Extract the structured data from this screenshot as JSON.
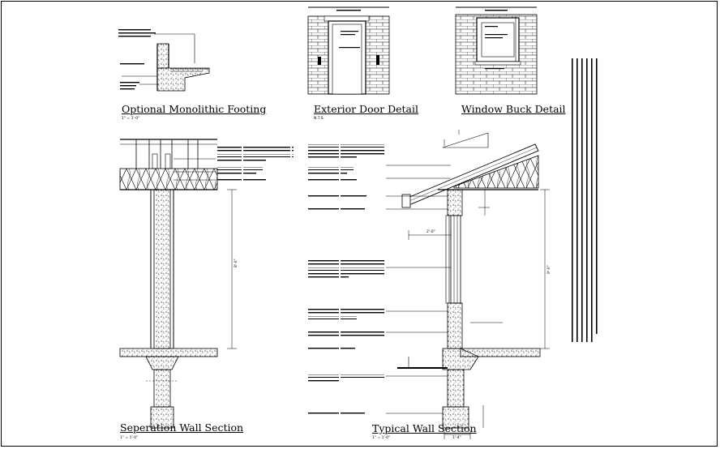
{
  "drawing": {
    "details": [
      {
        "id": "footing",
        "title": "Optional Monolithic Footing",
        "scale": "1\" = 1'-0\""
      },
      {
        "id": "door",
        "title": "Exterior Door Detail",
        "scale": "N.T.S."
      },
      {
        "id": "window",
        "title": "Window Buck Detail",
        "scale": ""
      },
      {
        "id": "sep-wall",
        "title": "Seperation Wall Section",
        "scale": "1\" = 1'-0\""
      },
      {
        "id": "typ-wall",
        "title": "Typical Wall Section",
        "scale": "1\" = 1'-0\""
      }
    ],
    "dimensions": {
      "sep_wall_height": "8'-0\"",
      "typ_wall_height": "9'-0\"",
      "typ_overhang": "2'-0\"",
      "typ_footing_width": "1'-4\""
    },
    "colors": {
      "ink": "#000000",
      "paper": "#ffffff",
      "hatch": "#333333"
    }
  }
}
